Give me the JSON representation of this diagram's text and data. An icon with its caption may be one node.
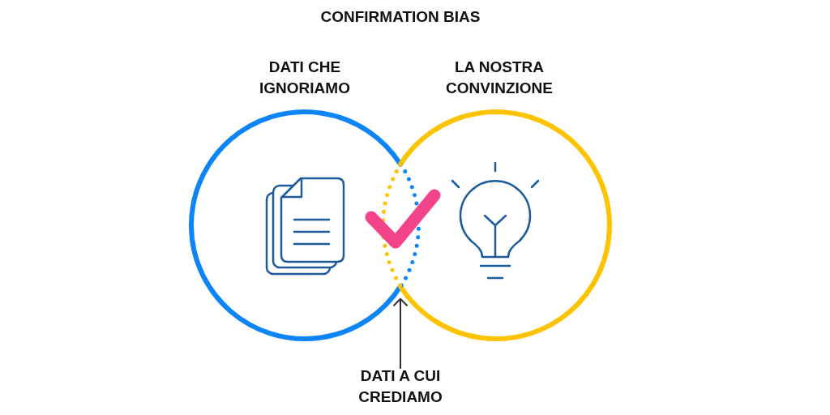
{
  "diagram": {
    "title": "CONFIRMATION BIAS",
    "nodes": [
      {
        "text": [
          "DATI CHE IGNORIAMO"
        ]
      },
      {
        "text": [
          "LA NOSTRA CONVINZIONE"
        ]
      },
      {
        "text": [],
        "shape": "lens"
      },
      {
        "text": [
          "DATI A CUI CREDIAMO"
        ]
      }
    ],
    "edges": [
      {
        "from": 3,
        "to": 2,
        "arrow": "to"
      }
    ]
  }
}
